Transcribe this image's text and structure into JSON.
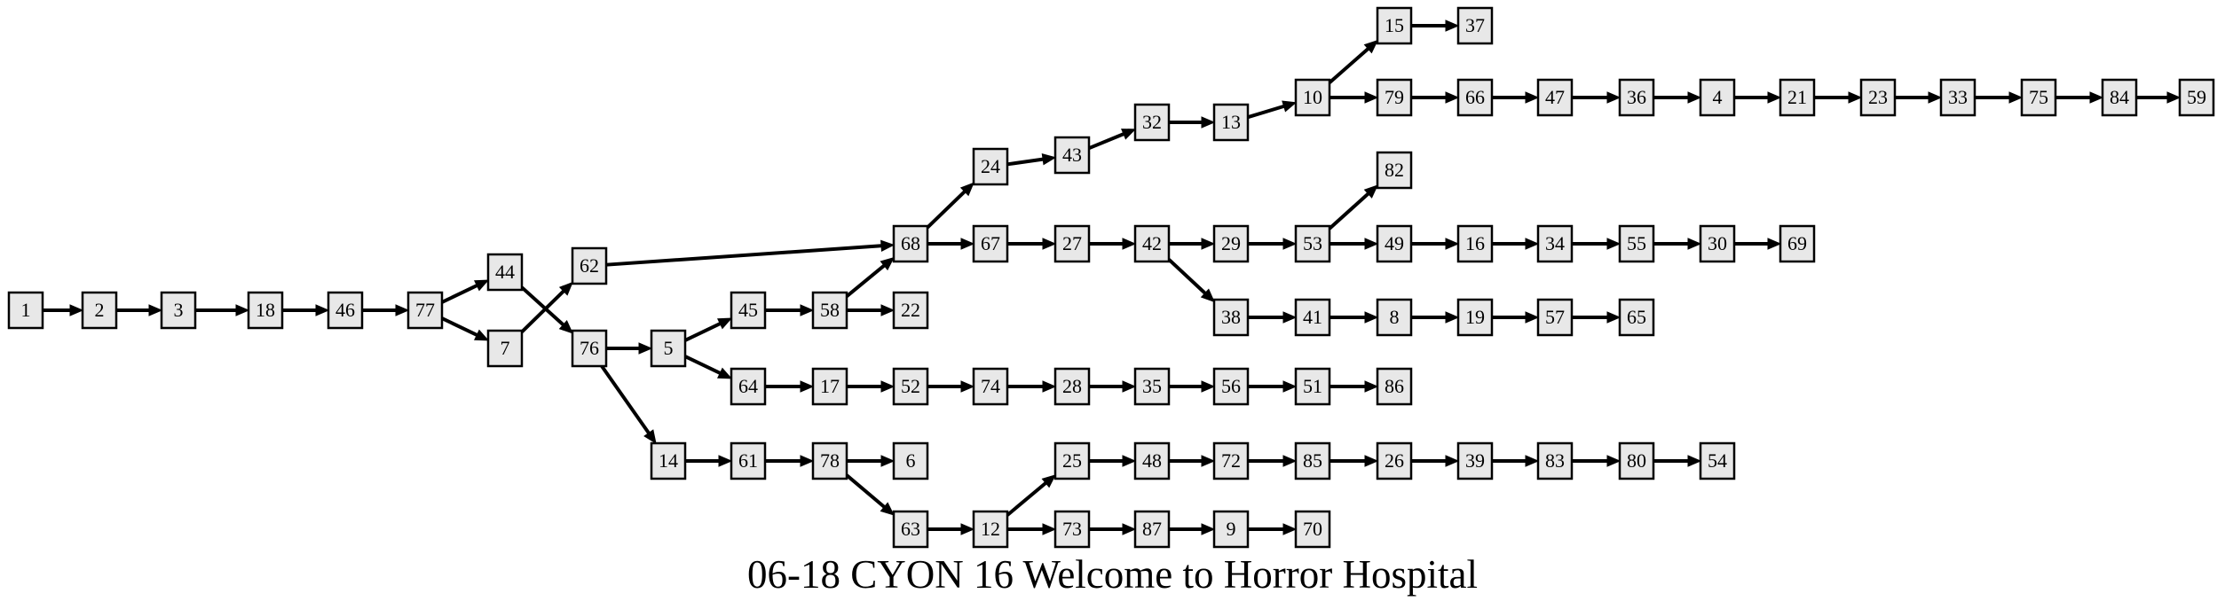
{
  "title": "06-18 CYON 16 Welcome to Horror Hospital",
  "nodes": [
    "1",
    "2",
    "3",
    "18",
    "46",
    "77",
    "44",
    "7",
    "62",
    "76",
    "5",
    "45",
    "64",
    "14",
    "58",
    "22",
    "68",
    "24",
    "67",
    "43",
    "32",
    "13",
    "10",
    "15",
    "37",
    "79",
    "66",
    "47",
    "36",
    "4",
    "21",
    "23",
    "33",
    "75",
    "84",
    "59",
    "27",
    "42",
    "29",
    "53",
    "82",
    "49",
    "16",
    "34",
    "55",
    "30",
    "69",
    "38",
    "41",
    "8",
    "19",
    "57",
    "65",
    "17",
    "52",
    "74",
    "28",
    "35",
    "56",
    "51",
    "86",
    "61",
    "78",
    "6",
    "63",
    "12",
    "25",
    "48",
    "72",
    "85",
    "26",
    "39",
    "83",
    "80",
    "54",
    "73",
    "87",
    "9",
    "70"
  ],
  "edges": [
    [
      "1",
      "2"
    ],
    [
      "2",
      "3"
    ],
    [
      "3",
      "18"
    ],
    [
      "18",
      "46"
    ],
    [
      "46",
      "77"
    ],
    [
      "77",
      "44"
    ],
    [
      "77",
      "7"
    ],
    [
      "44",
      "76"
    ],
    [
      "7",
      "62"
    ],
    [
      "62",
      "68"
    ],
    [
      "76",
      "5"
    ],
    [
      "76",
      "14"
    ],
    [
      "5",
      "45"
    ],
    [
      "5",
      "64"
    ],
    [
      "45",
      "58"
    ],
    [
      "58",
      "68"
    ],
    [
      "58",
      "22"
    ],
    [
      "68",
      "24"
    ],
    [
      "68",
      "67"
    ],
    [
      "24",
      "43"
    ],
    [
      "43",
      "32"
    ],
    [
      "32",
      "13"
    ],
    [
      "13",
      "10"
    ],
    [
      "10",
      "15"
    ],
    [
      "10",
      "79"
    ],
    [
      "15",
      "37"
    ],
    [
      "79",
      "66"
    ],
    [
      "66",
      "47"
    ],
    [
      "47",
      "36"
    ],
    [
      "36",
      "4"
    ],
    [
      "4",
      "21"
    ],
    [
      "21",
      "23"
    ],
    [
      "23",
      "33"
    ],
    [
      "33",
      "75"
    ],
    [
      "75",
      "84"
    ],
    [
      "84",
      "59"
    ],
    [
      "67",
      "27"
    ],
    [
      "27",
      "42"
    ],
    [
      "42",
      "29"
    ],
    [
      "42",
      "38"
    ],
    [
      "29",
      "53"
    ],
    [
      "53",
      "82"
    ],
    [
      "53",
      "49"
    ],
    [
      "49",
      "16"
    ],
    [
      "16",
      "34"
    ],
    [
      "34",
      "55"
    ],
    [
      "55",
      "30"
    ],
    [
      "30",
      "69"
    ],
    [
      "38",
      "41"
    ],
    [
      "41",
      "8"
    ],
    [
      "8",
      "19"
    ],
    [
      "19",
      "57"
    ],
    [
      "57",
      "65"
    ],
    [
      "64",
      "17"
    ],
    [
      "17",
      "52"
    ],
    [
      "52",
      "74"
    ],
    [
      "74",
      "28"
    ],
    [
      "28",
      "35"
    ],
    [
      "35",
      "56"
    ],
    [
      "56",
      "51"
    ],
    [
      "51",
      "86"
    ],
    [
      "14",
      "61"
    ],
    [
      "61",
      "78"
    ],
    [
      "78",
      "6"
    ],
    [
      "78",
      "63"
    ],
    [
      "63",
      "12"
    ],
    [
      "12",
      "25"
    ],
    [
      "12",
      "73"
    ],
    [
      "25",
      "48"
    ],
    [
      "48",
      "72"
    ],
    [
      "72",
      "85"
    ],
    [
      "85",
      "26"
    ],
    [
      "26",
      "39"
    ],
    [
      "39",
      "83"
    ],
    [
      "83",
      "80"
    ],
    [
      "80",
      "54"
    ],
    [
      "73",
      "87"
    ],
    [
      "87",
      "9"
    ],
    [
      "9",
      "70"
    ]
  ]
}
